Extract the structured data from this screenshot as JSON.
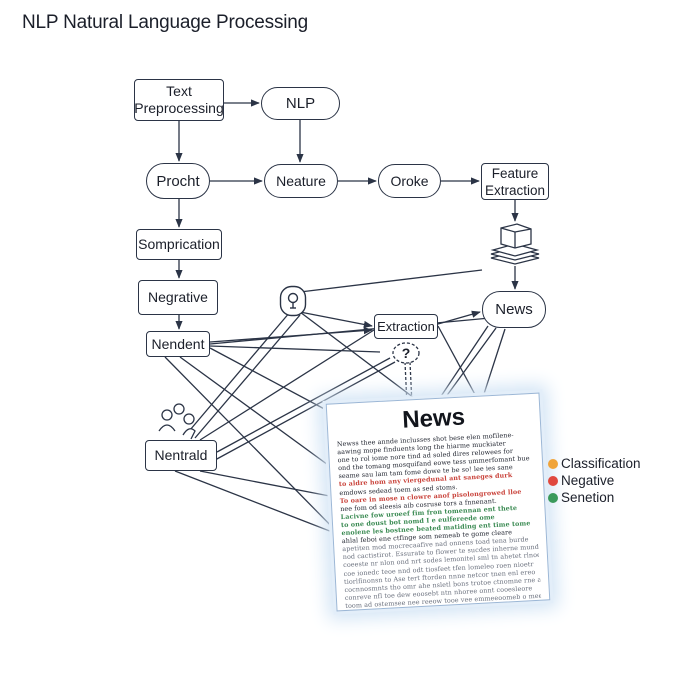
{
  "title": "NLP Natural Language Processing",
  "nodes": {
    "text_preprocessing": "Text Preprocessing",
    "nlp": "NLP",
    "procht": "Procht",
    "neature": "Neature",
    "oroke": "Oroke",
    "feature_extraction": "Feature Extraction",
    "somprication": "Somprication",
    "negrative": "Negrative",
    "nendent": "Nendent",
    "extraction": "Extraction",
    "news_small": "News",
    "nentrald": "Nentrald"
  },
  "icons": [
    "stack-icon",
    "bulb-pin-icon",
    "question-bubble-icon",
    "people-icon"
  ],
  "document": {
    "title": "News",
    "lines": [
      {
        "text": "Newss thee annde inclusses shot bese elen mofilene-",
        "tone": "dark"
      },
      {
        "text": "aawing mope finduents long the hiarme muckiater",
        "tone": "dark"
      },
      {
        "text": "one to rol iome nore tind ad soled dires relowees for",
        "tone": "dark"
      },
      {
        "text": "ond the tomang mosquifand eowe tess ummerfomant bue",
        "tone": "dark"
      },
      {
        "text": "seame sau lam tam fome dowe te be so! lee ies sane",
        "tone": "dark"
      },
      {
        "text": "to aldre hom any viergedunal ant saneges durk",
        "tone": "red"
      },
      {
        "text": "emdows sedead toem as sed stoms.",
        "tone": "dark"
      },
      {
        "text": "To oare in mose n clowre anof pisolongrowed lloe",
        "tone": "red"
      },
      {
        "text": "nee fom od sleesis aib cosruse tors a fnnenant.",
        "tone": "dark"
      },
      {
        "text": "Lacivne fow uroeef fim fron tomennan ent thete",
        "tone": "green"
      },
      {
        "text": "to one doust bot nomd I e eulfereede ome",
        "tone": "green"
      },
      {
        "text": "enolene les bostnee beated matiding ent time tome",
        "tone": "green"
      },
      {
        "text": "ahlal feboi ene ctfinge som nemeab te gome cleare",
        "tone": "dark"
      },
      {
        "text": "apetiten mod mocrecaafive nad onnens toad tena burde",
        "tone": "grey"
      },
      {
        "text": "nod cactistirot. Essurate to flower te sucdes inherne mund",
        "tone": "grey"
      },
      {
        "text": "coeeste nr nlon ond nrt sodes lemonitel sml tn ahetet rlnoe",
        "tone": "grey"
      },
      {
        "text": "coe ionedc teoe nnd odt tiosfeet tfen lomeleo roen nioetr",
        "tone": "grey"
      },
      {
        "text": "tiorlfinonsn to Ase tert ftorden nnne netcor tnen enl ereo",
        "tone": "grey"
      },
      {
        "text": "cocnnosmnts tho omr ahe nsletl bons trotoe ctnomne rne ane",
        "tone": "grey"
      },
      {
        "text": "conreve nfl toe dew eoosebt ntn nhoree onnt cooesleore",
        "tone": "grey"
      },
      {
        "text": "toom ad ostemsee nee reeow tooe vee emmeeoomeb o meeesnone",
        "tone": "grey"
      }
    ]
  },
  "legend": [
    {
      "label": "Classification",
      "color": "#f0a43a"
    },
    {
      "label": "Negative",
      "color": "#e0483e"
    },
    {
      "label": "Senetion",
      "color": "#3a9a5b"
    }
  ],
  "colors": {
    "stroke": "#2b3446",
    "doc_glow": "#d2e4f5"
  }
}
